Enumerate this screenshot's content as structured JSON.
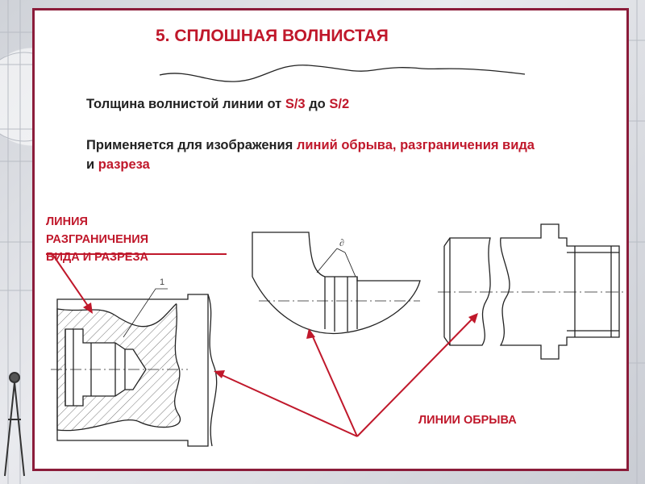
{
  "slide": {
    "title": "5. СПЛОШНАЯ ВОЛНИСТАЯ",
    "thickness": {
      "prefix": "Толщина волнистой линии от",
      "from": "S/3",
      "middle": "до",
      "to": "S/2"
    },
    "usage": {
      "prefix": "Применяется для изображения",
      "term1": "линий обрыва,",
      "term2": "разграничения вида",
      "middle": "и",
      "term3": "разреза"
    },
    "callout_boundary": [
      "ЛИНИЯ",
      "РАЗГРАНИЧЕНИЯ",
      "ВИДА И РАЗРЕЗА"
    ],
    "callout_break": "ЛИНИИ ОБРЫВА",
    "drawing_labels": {
      "leader_number": "1",
      "dimension_letter": "∂"
    }
  },
  "colors": {
    "accent": "#c0182b",
    "frame": "#8b1c3a",
    "text": "#222222"
  },
  "icons": [
    "compass-icon"
  ]
}
